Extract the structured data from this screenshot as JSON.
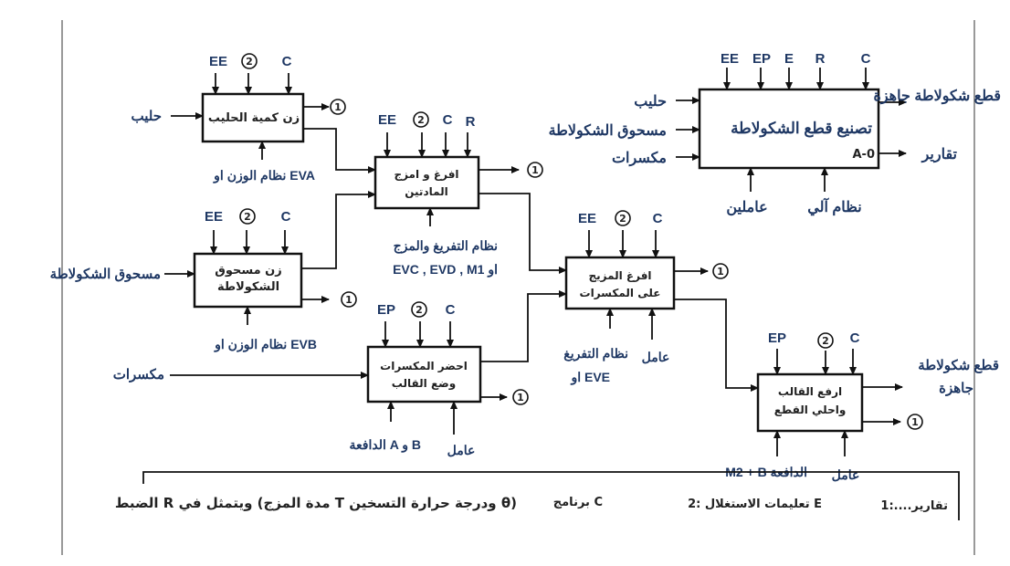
{
  "context": {
    "box_title": "تصنيع قطع الشكولاطة",
    "box_code": "A-0",
    "inputs": [
      "حليب",
      "مسحوق الشكولاطة",
      "مكسرات"
    ],
    "controls": [
      "EE",
      "EP",
      "E",
      "R",
      "C"
    ],
    "mechanisms": [
      "عاملين",
      "نظام آلي"
    ],
    "outputs": [
      "قطع شكولاطة جاهزة",
      "تقارير"
    ]
  },
  "blocks": {
    "weigh_milk": {
      "title": "زن كمية الحليب",
      "input": "حليب",
      "controls": [
        "EE",
        "2",
        "C"
      ],
      "support": "نظام الوزن او EVA",
      "report": "1"
    },
    "weigh_cocoa": {
      "title_line1": "زن مسحوق",
      "title_line2": "الشكولاطة",
      "input": "مسحوق الشكولاطة",
      "controls": [
        "EE",
        "2",
        "C"
      ],
      "support": "نظام الوزن او EVB",
      "report": "1"
    },
    "empty_mix": {
      "title_line1": "افرغ و امزج",
      "title_line2": "المادتين",
      "controls": [
        "EE",
        "2",
        "C",
        "R"
      ],
      "support_line1": "نظام التفريغ والمزج",
      "support_line2": "EVC , EVD , M1 او",
      "report": "1"
    },
    "nuts_mold": {
      "title_line1": "احضر المكسرات",
      "title_line2": "وضع القالب",
      "input": "مكسرات",
      "controls": [
        "EP",
        "2",
        "C"
      ],
      "support1": "الدافعة A و B",
      "support2": "عامل",
      "report": "1"
    },
    "pour_mix": {
      "title_line1": "افرغ المزيج",
      "title_line2": "على المكسرات",
      "controls": [
        "EE",
        "2",
        "C"
      ],
      "support1_line1": "نظام التفريغ",
      "support1_line2": "او EVE",
      "support2": "عامل",
      "report": "1"
    },
    "lift_mold": {
      "title_line1": "ارفع القالب",
      "title_line2": "واحلي القطع",
      "controls": [
        "EP",
        "2",
        "C"
      ],
      "support1": "M2 + B الدافعة",
      "support2": "عامل",
      "output_line1": "قطع شكولاطة",
      "output_line2": "جاهزة",
      "report": "1"
    }
  },
  "legend": {
    "item1": "1:....تقارير",
    "item2": "2: تعليمات الاستغلال E",
    "item3": "برنامج C",
    "item4": "الضبط R ويتمثل في (مدة المزج T ودرجة حرارة التسخين θ)"
  }
}
